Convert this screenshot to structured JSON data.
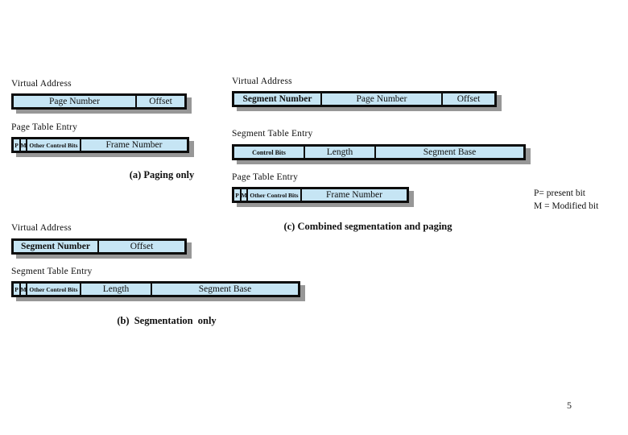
{
  "slide": {
    "page_number": "5"
  },
  "colors": {
    "cell_fill": "#c6e5f4",
    "box_border": "#0d0d0d",
    "box_shadow": "#979797",
    "background": "#ffffff"
  },
  "legend": {
    "p_line": "P= present bit",
    "m_line": "M = Modified bit"
  },
  "fig_a": {
    "caption": "(a) Paging only",
    "va_label": "Virtual Address",
    "va_cells": {
      "page_number": "Page Number",
      "offset": "Offset"
    },
    "pte_label": "Page Table Entry",
    "pte_cells": {
      "p": "P",
      "m": "M",
      "other_control_bits": "Other Control Bits",
      "frame_number": "Frame Number"
    }
  },
  "fig_b": {
    "caption": "(b) Segmentation only",
    "va_label": "Virtual Address",
    "va_cells": {
      "segment_number": "Segment Number",
      "offset": "Offset"
    },
    "ste_label": "Segment Table Entry",
    "ste_cells": {
      "p": "P",
      "m": "M",
      "other_control_bits": "Other Control Bits",
      "length": "Length",
      "segment_base": "Segment Base"
    }
  },
  "fig_c": {
    "caption": "(c) Combined segmentation and paging",
    "va_label": "Virtual Address",
    "va_cells": {
      "segment_number": "Segment Number",
      "page_number": "Page Number",
      "offset": "Offset"
    },
    "ste_label": "Segment Table Entry",
    "ste_cells": {
      "control_bits": "Control Bits",
      "length": "Length",
      "segment_base": "Segment Base"
    },
    "pte_label": "Page Table Entry",
    "pte_cells": {
      "p": "P",
      "m": "M",
      "other_control_bits": "Other Control Bits",
      "frame_number": "Frame Number"
    }
  }
}
